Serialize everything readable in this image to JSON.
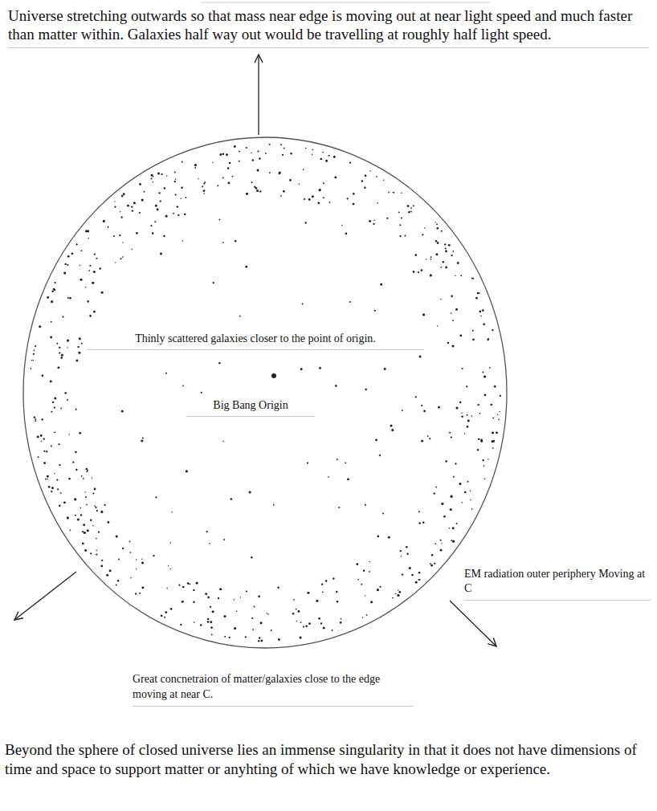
{
  "diagram": {
    "nodes": [
      {
        "text": [
          "Thinly scattered galaxies closer to the point of origin.",
          "Big Bang Origin"
        ]
      }
    ],
    "labels": [
      "Universe stretching outwards so that mass near edge is moving out at near light speed and much faster than matter within. Galaxies half way out would be travelling at roughly half light speed.",
      "EM radiation outer periphery Moving at C",
      "Great concnetraion of matter/galaxies close to the edge moving at near C.",
      "Beyond the sphere of closed universe lies an immense singularity in that it does not have dimensions of time and space to support matter or anyhting of which we have knowledge or experience."
    ]
  }
}
